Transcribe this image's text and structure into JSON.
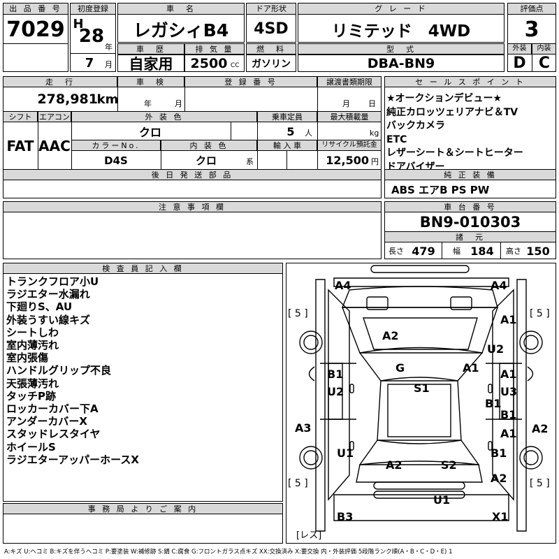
{
  "header": {
    "lot_label": "出 品 番 号",
    "lot_number": "7029",
    "first_reg_label": "初度登録",
    "era": "H",
    "year": "28",
    "year_unit": "年",
    "month": "7",
    "month_unit": "月",
    "car_name_label": "車　名",
    "car_name": "レガシィB4",
    "door_label": "ドア形状",
    "door": "4SD",
    "grade_label": "グ レ ー ド",
    "grade": "リミテッド　4WD",
    "score_label": "評価点",
    "score": "3",
    "history_label": "車　歴",
    "history": "自家用",
    "displacement_label": "排 気 量",
    "displacement": "2500",
    "displacement_unit": "CC",
    "fuel_label": "燃　料",
    "fuel": "ガソリン",
    "model_label": "型　式",
    "model": "DBA-BN9",
    "ext_label": "外装",
    "int_label": "内装",
    "ext_grade": "D",
    "int_grade": "C"
  },
  "row2": {
    "mileage_label": "走　行",
    "mileage": "278,981",
    "mileage_unit": "km",
    "inspection_label": "車　検",
    "inspection_year_unit": "年",
    "inspection_month_unit": "月",
    "reg_no_label": "登 録 番 号",
    "transfer_label": "譲渡書類期限",
    "transfer_month_unit": "月",
    "transfer_day_unit": "日",
    "shift_label": "シフト",
    "shift": "FAT",
    "ac_label": "エアコン",
    "ac": "AAC",
    "ext_color_label": "外 装 色",
    "ext_color": "クロ",
    "capacity_label": "乗車定員",
    "capacity": "5",
    "capacity_unit": "人",
    "load_label": "最大積載量",
    "load_unit": "kg",
    "color_no_label": "カラーNo.",
    "color_no": "D4S",
    "int_color_label": "内 装 色",
    "int_color": "クロ",
    "int_color_unit": "系",
    "import_label": "輸 入 車",
    "recycle_label": "リサイクル預託金",
    "recycle": "12,500",
    "recycle_unit": "円",
    "parts_label": "後 日 発 送 部 品"
  },
  "sales": {
    "label": "セ ー ル ス ポ イ ン ト",
    "points": [
      "★オークションデビュー★",
      "純正カロッツェリアナビ＆TV",
      "バックカメラ",
      "ETC",
      "レザーシート＆シートヒーター",
      "ドアバイザー"
    ]
  },
  "equipment": {
    "label": "純 正 装 備",
    "items": "ABS エアB PS PW"
  },
  "cautions": {
    "label": "注 意 事 項 欄"
  },
  "chassis": {
    "label": "車 台 番 号",
    "number": "BN9-010303",
    "specs_label": "諸　元",
    "length_label": "長さ",
    "length": "479",
    "width_label": "幅",
    "width": "184",
    "height_label": "高さ",
    "height": "150"
  },
  "inspector": {
    "label": "検 査 員 記 入 欄",
    "notes": [
      "トランクフロア小U",
      "ラジエター水漏れ",
      "下廻りS、AU",
      "外装うすい線キズ",
      "シートしわ",
      "室内薄汚れ",
      "室内張傷",
      "ハンドルグリップ不良",
      "天張薄汚れ",
      "タッチP跡",
      "ロッカーカバー下A",
      "アンダーカバーX",
      "スタッドレスタイヤ",
      "ホイールS",
      "ラジエターアッパーホースX"
    ]
  },
  "office": {
    "label": "事 務 局 よ り ご 案 内"
  },
  "diagram": {
    "tire_fl": "[ 5 ]",
    "tire_fr": "[ 5 ]",
    "tire_rl": "[ 5 ]",
    "tire_rr": "[ 5 ]",
    "spare": "[レス]",
    "marks": {
      "a4_left": "A4",
      "a4_right": "A4",
      "a1_top_right": "A1",
      "a2_hood": "A2",
      "u2_right": "U2",
      "b1_left": "B1",
      "g": "G",
      "a1_mid": "A1",
      "a1_right_door": "A1",
      "u2_left": "U2",
      "s1": "S1",
      "u3": "U3",
      "b1_right_a": "B1",
      "b1_right_b": "B1",
      "a3": "A3",
      "a1_right_low": "A1",
      "a2_right": "A2",
      "u1_left": "U1",
      "a2_trunk": "A2",
      "s2": "S2",
      "b1_right_c": "B1",
      "a2_rear_right": "A2",
      "u1_bottom": "U1",
      "b3": "B3",
      "x1": "X1"
    }
  },
  "legend": "A:キズ U:ヘコミ B:キズを伴うヘコミ P:要塗装 W:補修跡 S:錆 C:腐食 G:フロントガラス点キズ XX:交換済み X:要交換 内・外装評価 5段階ランク順(A・B・C・D・E) 1"
}
